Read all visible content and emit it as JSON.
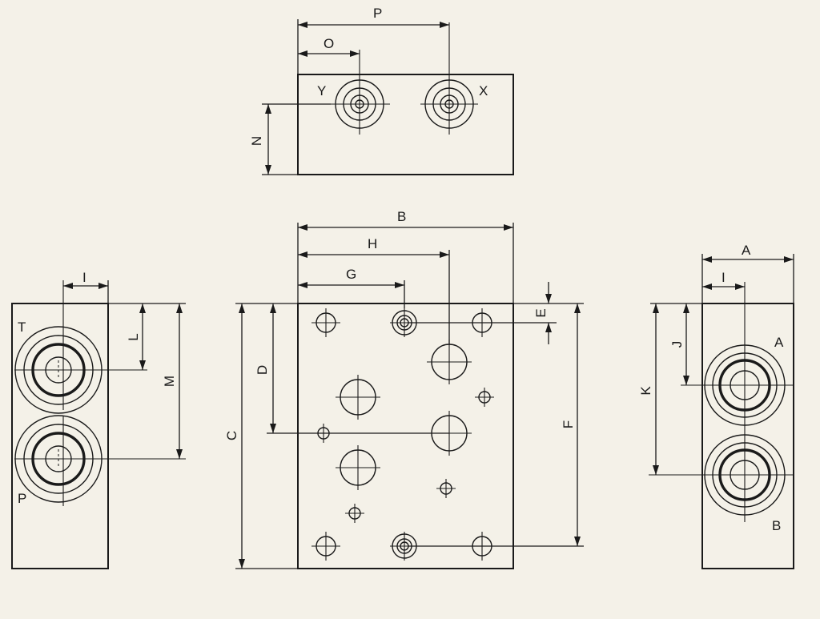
{
  "top_view": {
    "port_y": "Y",
    "port_x": "X",
    "dim_p": "P",
    "dim_o": "O",
    "dim_n": "N"
  },
  "front_view": {
    "dim_b": "B",
    "dim_h": "H",
    "dim_g": "G",
    "dim_e": "E",
    "dim_c": "C",
    "dim_d": "D",
    "dim_f": "F"
  },
  "left_view": {
    "port_t": "T",
    "port_p": "P",
    "dim_i": "I",
    "dim_l": "L",
    "dim_m": "M"
  },
  "right_view": {
    "port_a": "A",
    "port_b": "B",
    "dim_a": "A",
    "dim_i": "I",
    "dim_j": "J",
    "dim_k": "K"
  },
  "colors": {
    "background": "#f4f1e8",
    "ink": "#1a1a1a"
  }
}
